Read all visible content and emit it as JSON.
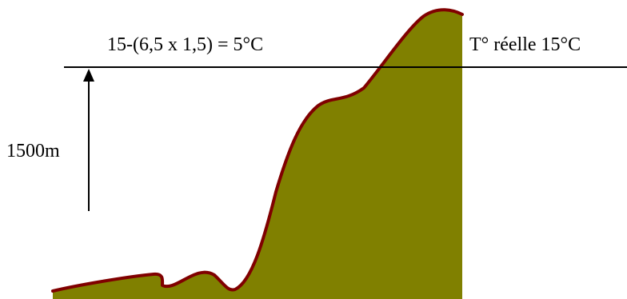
{
  "formula": "15-(6,5 x 1,5) = 5°C",
  "real_temperature": "T° réelle 15°C",
  "altitude": "1500m",
  "colors": {
    "mountain_fill": "#808000",
    "mountain_outline": "#800000",
    "line": "#000000",
    "background": "#ffffff"
  }
}
